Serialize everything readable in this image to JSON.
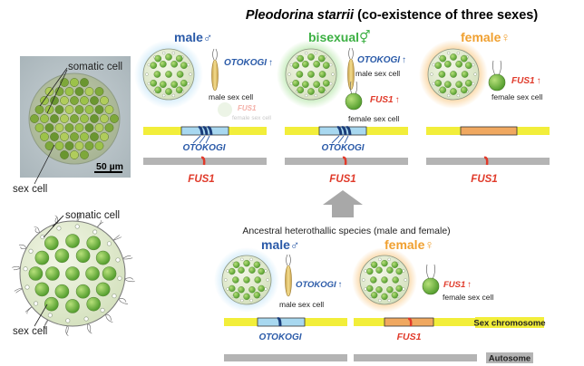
{
  "title": {
    "species": "Pleodorina starrii",
    "rest": "(co-existence of three sexes)"
  },
  "photo": {
    "label_somatic": "somatic cell",
    "label_sex": "sex cell",
    "scale_bar": "50 µm"
  },
  "drawing": {
    "label_somatic": "somatic cell",
    "label_sex": "sex cell"
  },
  "top": {
    "male": {
      "label": "male",
      "symbol": "♂",
      "gene_up": "OTOKOGI",
      "up_arrow": "↑",
      "cell_label": "male sex cell",
      "faded_gene": "FUS1",
      "faded_cell_label": "female sex cell",
      "chrom_gene": "OTOKOGI",
      "auto_gene": "FUS1"
    },
    "bisexual": {
      "label": "bisexual",
      "symbol": "⚥",
      "gene_up_1": "OTOKOGI",
      "cell_label_1": "male sex cell",
      "gene_up_2": "FUS1",
      "cell_label_2": "female sex cell",
      "up_arrow": "↑",
      "chrom_gene": "OTOKOGI",
      "auto_gene": "FUS1"
    },
    "female": {
      "label": "female",
      "symbol": "♀",
      "gene_up": "FUS1",
      "up_arrow": "↑",
      "cell_label": "female sex cell",
      "auto_gene": "FUS1"
    }
  },
  "ancestral": {
    "title": "Ancestral heterothallic species (male and female)",
    "male": {
      "label": "male",
      "symbol": "♂",
      "gene_up": "OTOKOGI",
      "up_arrow": "↑",
      "cell_label": "male sex cell",
      "chrom_gene": "OTOKOGI"
    },
    "female": {
      "label": "female",
      "symbol": "♀",
      "gene_up": "FUS1",
      "up_arrow": "↑",
      "cell_label": "female sex cell",
      "chrom_gene": "FUS1"
    }
  },
  "legend": {
    "sex_chromosome": "Sex chromosome",
    "autosome": "Autosome"
  },
  "colors": {
    "male_blue": "#2a5aa8",
    "bisexual_green": "#3cb043",
    "female_orange": "#f0a030",
    "fus_red": "#e03a2a",
    "chrom_yellow": "#f2ee3a",
    "male_region": "#a8d8f0",
    "female_region": "#f0a860",
    "autosome_gray": "#b4b4b4"
  }
}
